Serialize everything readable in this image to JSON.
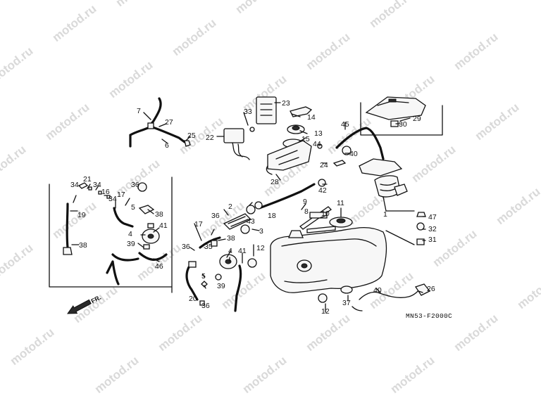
{
  "watermark": "motod.ru",
  "diagram_code": "MN53-F2000C",
  "front_marker": "FR.",
  "callouts": [
    "1",
    "2",
    "3",
    "4",
    "5",
    "6",
    "7",
    "8",
    "9",
    "10",
    "11",
    "12",
    "13",
    "14",
    "15",
    "16",
    "17",
    "18",
    "19",
    "20",
    "21",
    "22",
    "23",
    "24",
    "25",
    "26",
    "27",
    "28",
    "29",
    "30",
    "31",
    "32",
    "33",
    "34",
    "35",
    "36",
    "37",
    "38",
    "39",
    "40",
    "41",
    "42",
    "43",
    "44",
    "45",
    "46",
    "47"
  ]
}
